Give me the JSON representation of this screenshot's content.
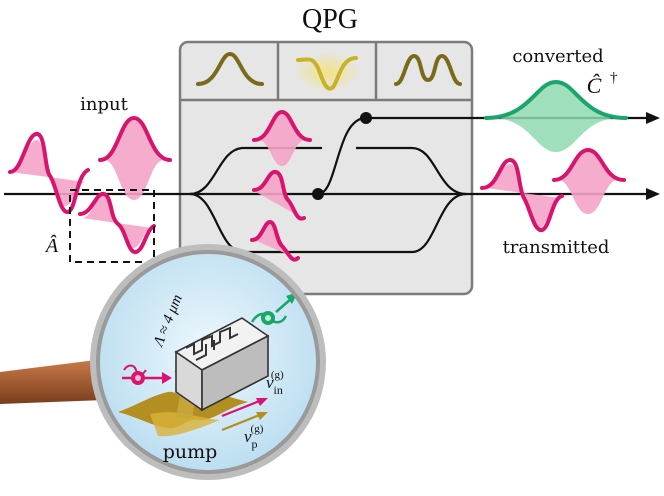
{
  "title": "QPG",
  "labels": {
    "input": "input",
    "converted": "converted",
    "transmitted": "transmitted",
    "operator_a": "Â",
    "operator_c": "Ĉ",
    "operator_c_dagger": "†",
    "pump": "pump",
    "poling_period": "Λ ≈ 4 μm",
    "v": "v",
    "v_in_sub": "in",
    "v_p_sub": "p",
    "group_sup": "(g)"
  },
  "colors": {
    "magenta": "#d8146e",
    "magenta_fill": "#f5a3c7",
    "green": "#1aa56a",
    "green_fill": "#8fd9b0",
    "olive": "#7a6a1a",
    "olive_highlight": "#c8b22a",
    "box_fill": "#e8e8e8",
    "box_stroke": "#7b7b7b",
    "lens_fill": "#d6ecf8",
    "handle": "#a0522d"
  },
  "icons": {
    "filter_modes": [
      "gaussian-mode-icon",
      "first-order-mode-icon",
      "second-order-mode-icon"
    ],
    "magnifier": "magnifier-icon",
    "waveguide_chip": "waveguide-chip-icon"
  }
}
